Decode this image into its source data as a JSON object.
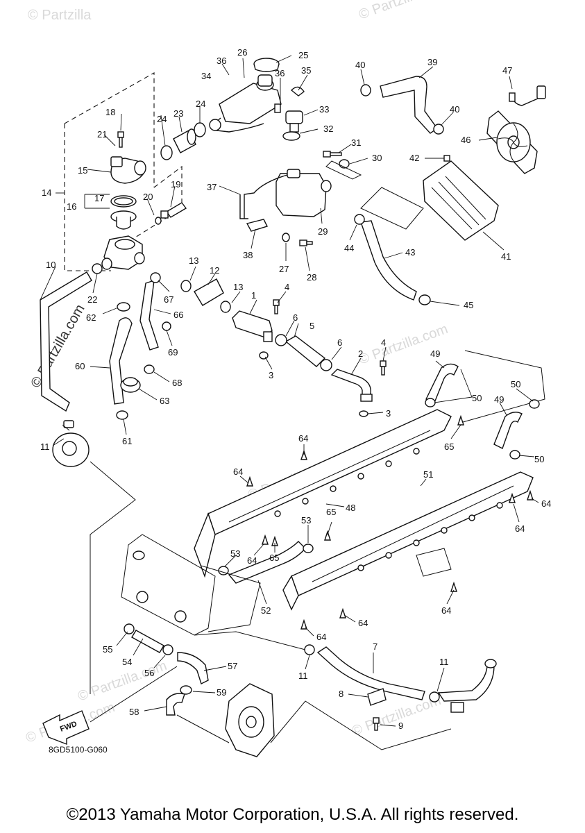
{
  "watermarks": {
    "top_left": "© Partzilla",
    "top_right": "© Partzilla.com",
    "left_vertical": "© Partzilla.com",
    "mid_right": "© Partzilla.com",
    "mid_center": "© Partzilla.com",
    "bottom_left": "© Partzilla.com",
    "bottom_center": "© Partzilla.com",
    "bottom_right": "© Partzilla.com"
  },
  "diagram_code": "8GD5100-G060",
  "fwd_label": "FWD",
  "copyright": "©2013 Yamaha Motor Corporation, U.S.A. All rights reserved.",
  "callouts": {
    "c1": "1",
    "c2": "2",
    "c3a": "3",
    "c3b": "3",
    "c4a": "4",
    "c4b": "4",
    "c5": "5",
    "c6a": "6",
    "c6b": "6",
    "c7": "7",
    "c8": "8",
    "c9": "9",
    "c10": "10",
    "c11a": "11",
    "c11b": "11",
    "c11c": "11",
    "c12": "12",
    "c13a": "13",
    "c13b": "13",
    "c14": "14",
    "c15": "15",
    "c16": "16",
    "c17": "17",
    "c18": "18",
    "c19": "19",
    "c20": "20",
    "c21": "21",
    "c22": "22",
    "c23": "23",
    "c24a": "24",
    "c24b": "24",
    "c25": "25",
    "c26": "26",
    "c27": "27",
    "c28": "28",
    "c29": "29",
    "c30": "30",
    "c31": "31",
    "c32": "32",
    "c33": "33",
    "c34": "34",
    "c35": "35",
    "c36a": "36",
    "c36b": "36",
    "c37": "37",
    "c38": "38",
    "c39": "39",
    "c40a": "40",
    "c40b": "40",
    "c41": "41",
    "c42": "42",
    "c43": "43",
    "c44": "44",
    "c45": "45",
    "c46": "46",
    "c47": "47",
    "c48": "48",
    "c49a": "49",
    "c49b": "49",
    "c50a": "50",
    "c50b": "50",
    "c50c": "50",
    "c51": "51",
    "c52": "52",
    "c53a": "53",
    "c53b": "53",
    "c54": "54",
    "c55": "55",
    "c56": "56",
    "c57": "57",
    "c58": "58",
    "c59": "59",
    "c60": "60",
    "c61": "61",
    "c62": "62",
    "c63": "63",
    "c64a": "64",
    "c64b": "64",
    "c64c": "64",
    "c64d": "64",
    "c64e": "64",
    "c64f": "64",
    "c64g": "64",
    "c64h": "64",
    "c65a": "65",
    "c65b": "65",
    "c65c": "65",
    "c66": "66",
    "c67": "67",
    "c68": "68",
    "c69": "69"
  }
}
